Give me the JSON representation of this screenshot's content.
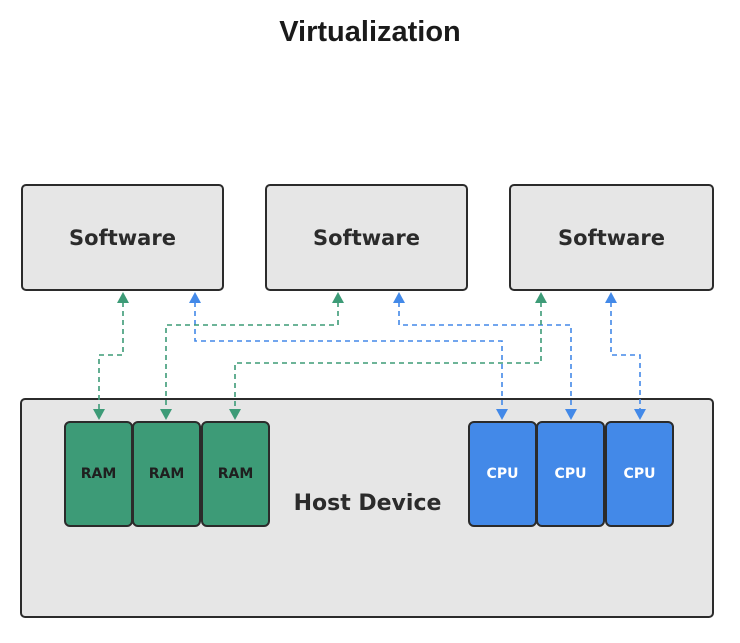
{
  "title": "Virtualization",
  "software_boxes": [
    {
      "label": "Software"
    },
    {
      "label": "Software"
    },
    {
      "label": "Software"
    }
  ],
  "host": {
    "label": "Host Device"
  },
  "ram_chips": [
    {
      "label": "RAM"
    },
    {
      "label": "RAM"
    },
    {
      "label": "RAM"
    }
  ],
  "cpu_chips": [
    {
      "label": "CPU"
    },
    {
      "label": "CPU"
    },
    {
      "label": "CPU"
    }
  ],
  "connections": [
    {
      "from": "Software 1",
      "to": "RAM 1",
      "color": "#3d9b77"
    },
    {
      "from": "Software 1",
      "to": "CPU 1",
      "color": "#4389e8"
    },
    {
      "from": "Software 2",
      "to": "RAM 2",
      "color": "#3d9b77"
    },
    {
      "from": "Software 2",
      "to": "CPU 2",
      "color": "#4389e8"
    },
    {
      "from": "Software 3",
      "to": "RAM 3",
      "color": "#3d9b77"
    },
    {
      "from": "Software 3",
      "to": "CPU 3",
      "color": "#4389e8"
    }
  ],
  "colors": {
    "ram": "#3d9b77",
    "cpu": "#4389e8",
    "box_fill": "#e6e6e6",
    "border": "#2b2b2b"
  }
}
